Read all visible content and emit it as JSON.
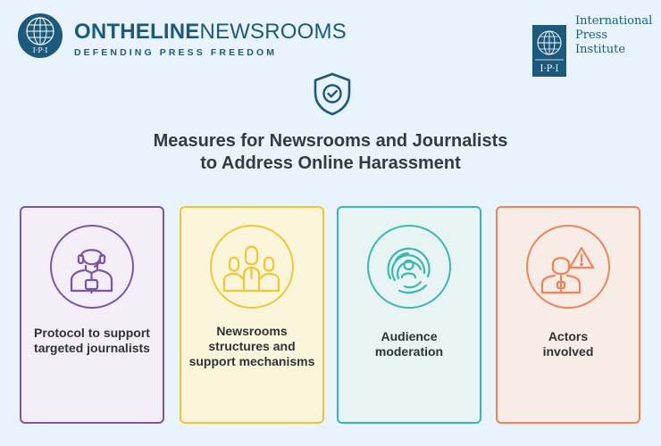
{
  "header": {
    "brand_bold": "ONTHELINE",
    "brand_light": "NEWSROOMS",
    "tagline": "DEFENDING PRESS FREEDOM",
    "badge_text": "I·P·I",
    "ipi_lines": [
      "International",
      "Press",
      "Institute"
    ],
    "ipi_badge_text": "I·P·I"
  },
  "title": {
    "line1": "Measures for Newsrooms and Journalists",
    "line2": "to Address Online Harassment"
  },
  "cards": [
    {
      "lines": [
        "Protocol to support",
        "targeted journalists"
      ],
      "icon": "journalist-microphone-icon",
      "color": "#7a55a8"
    },
    {
      "lines": [
        "Newsrooms",
        "structures and",
        "support mechanisms"
      ],
      "icon": "team-group-icon",
      "color": "#f0c635"
    },
    {
      "lines": [
        "Audience",
        "moderation"
      ],
      "icon": "fingerprint-user-icon",
      "color": "#3ab8b0"
    },
    {
      "lines": [
        "Actors",
        "involved"
      ],
      "icon": "person-warning-icon",
      "color": "#ee8458"
    }
  ],
  "colors": {
    "background": "#e9f3fb",
    "brand": "#1c5a7d",
    "title_text": "#333a40"
  }
}
